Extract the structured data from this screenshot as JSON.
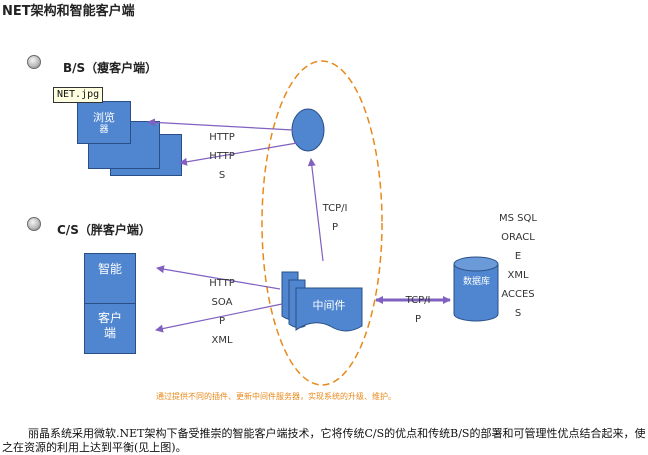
{
  "title": "NET架构和智能客户端",
  "bs": {
    "label": "B/S（瘦客户端）",
    "tooltip": "NET.jpg",
    "browser_label_1": "浏览",
    "browser_label_2": "器"
  },
  "cs": {
    "label": "C/S（胖客户端）",
    "client_label_1": "智能",
    "client_label_2": "客户",
    "client_label_3": "端"
  },
  "protocols": {
    "http_top": [
      "HTTP",
      "HTTP",
      "S"
    ],
    "tcp_vertical": [
      "TCP/I",
      "P"
    ],
    "client_protocols": [
      "HTTP",
      "SOA",
      "P",
      "XML"
    ],
    "tcp_horizontal": [
      "TCP/I",
      "P"
    ]
  },
  "middleware_label": "中间件",
  "database": {
    "label": "数据库",
    "list": [
      "MS SQL",
      "ORACL",
      "E",
      "XML",
      "ACCES",
      "S"
    ]
  },
  "colors": {
    "box_fill": "#4f86cf",
    "arrow": "#8060c0",
    "dashed_ellipse": "#e8891c"
  },
  "note": "通过提供不同的插件、更新中间件服务器，实现系统的升级、维护。",
  "description": "丽晶系统采用微软.NET架构下备受推崇的智能客户端技术，它将传统C/S的优点和传统B/S的部署和可管理性优点结合起来，使之在资源的利用上达到平衡(见上图)。"
}
